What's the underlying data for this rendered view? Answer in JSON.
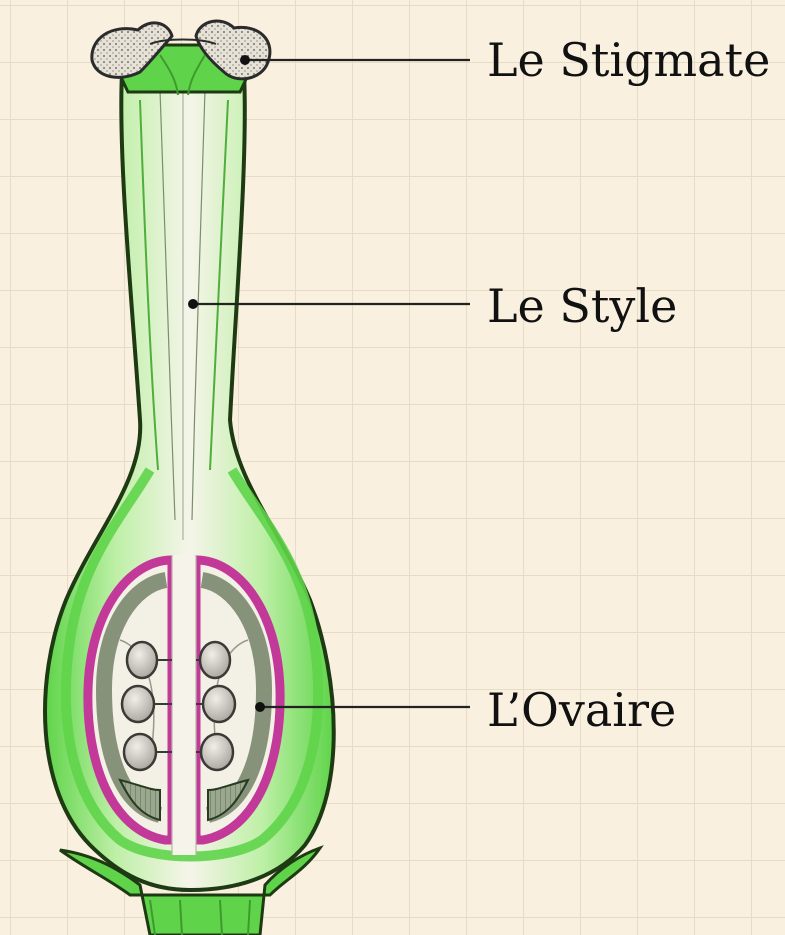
{
  "labels": {
    "stigma": "Le Stigmate",
    "style": "Le Style",
    "ovary": "L’Ovaire"
  },
  "colors": {
    "background": "#f9f0df",
    "grid": "#e7dcc6",
    "tissue_green": "#5fd44a",
    "outline": "#1e3a12",
    "ovary_wall": "#c3399a",
    "ovule": "#d9d5cc"
  }
}
